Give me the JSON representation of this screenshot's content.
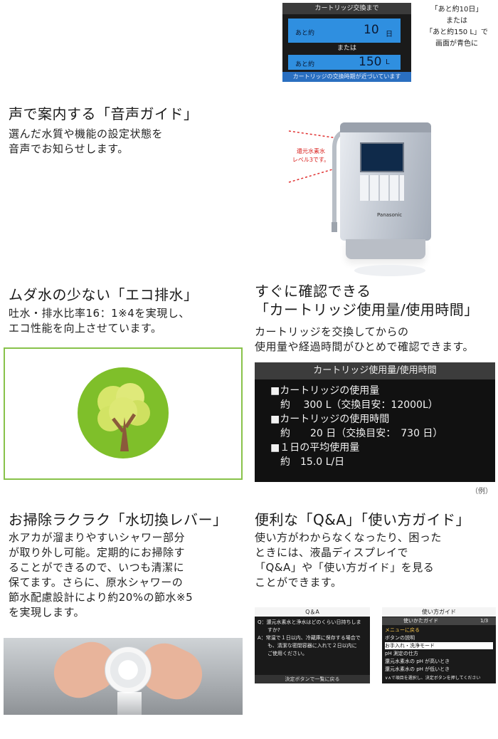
{
  "top_screen": {
    "header": "カートリッジ交換まで",
    "row1_label": "あと約",
    "row1_value": "10",
    "row1_unit": "日",
    "or": "または",
    "row2_label": "あと約",
    "row2_value": "150",
    "row2_unit": "L",
    "footer": "カートリッジの交換時期が近づいています"
  },
  "top_note": [
    "「あと約10日」",
    "または",
    "「あと約150 L」で",
    "画面が青色に"
  ],
  "voice": {
    "title": "声で案内する「音声ガイド」",
    "body": [
      "選んだ水質や機能の設定状態を",
      "音声でお知らせします。"
    ],
    "bubble": [
      "還元水素水",
      "レベル3です。"
    ],
    "device_logo": "Panasonic"
  },
  "eco": {
    "title": "ムダ水の少ない「エコ排水」",
    "body": [
      "吐水・排水比率16：1※4を実現し、",
      "エコ性能を向上させています。"
    ]
  },
  "check": {
    "title": [
      "すぐに確認できる",
      "「カートリッジ使用量/使用時間」"
    ],
    "body": [
      "カートリッジを交換してからの",
      "使用量や経過時間がひとめで確認できます。"
    ]
  },
  "usage_screen": {
    "header": "カートリッジ使用量/使用時間",
    "lines": [
      "■カートリッジの使用量",
      "　約　 300 L（交換目安：12000L）",
      "■カートリッジの使用時間",
      "　約　　20 日（交換目安：　730 日）",
      "■１日の平均使用量",
      "　約　15.0 L/日"
    ],
    "note": "（例）"
  },
  "lever": {
    "title": "お掃除ラクラク「水切換レバー」",
    "body": [
      "水アカが溜まりやすいシャワー部分",
      "が取り外し可能。定期的にお掃除す",
      "ることができるので、いつも清潔に",
      "保てます。さらに、原水シャワーの",
      "節水配慮設計により約20%の節水※5",
      "を実現します。"
    ]
  },
  "guide": {
    "title": "便利な「Q&A」「使い方ガイド」",
    "body": [
      "使い方がわからなくなったり、困った",
      "ときには、液晶ディスプレイで",
      "「Q&A」や「使い方ガイド」を見る",
      "ことができます。"
    ]
  },
  "qa_screen": {
    "header": "Q＆A",
    "lines": [
      "Q：還元水素水と浄水はどのくらい日持ちしま",
      "　　すか?",
      "A：常温で１日以内、冷蔵庫に保存する場合で",
      "　　も、清潔な密閉容器に入れて２日以内に",
      "　　ご使用ください。"
    ],
    "footer": "決定ボタンで一覧に戻る"
  },
  "guide_screen": {
    "header": "使い方ガイド",
    "sub": "使いかたガイド",
    "page": "1/3",
    "back": "メニューに戻る",
    "items": [
      "ボタンの説明",
      "お手入れ・洗浄モード",
      "pH 測定の仕方",
      "還元水素水の pH が高いとき",
      "還元水素水の pH が低いとき"
    ],
    "footer": "∨∧で項目を選択し、決定ボタンを押してください"
  }
}
